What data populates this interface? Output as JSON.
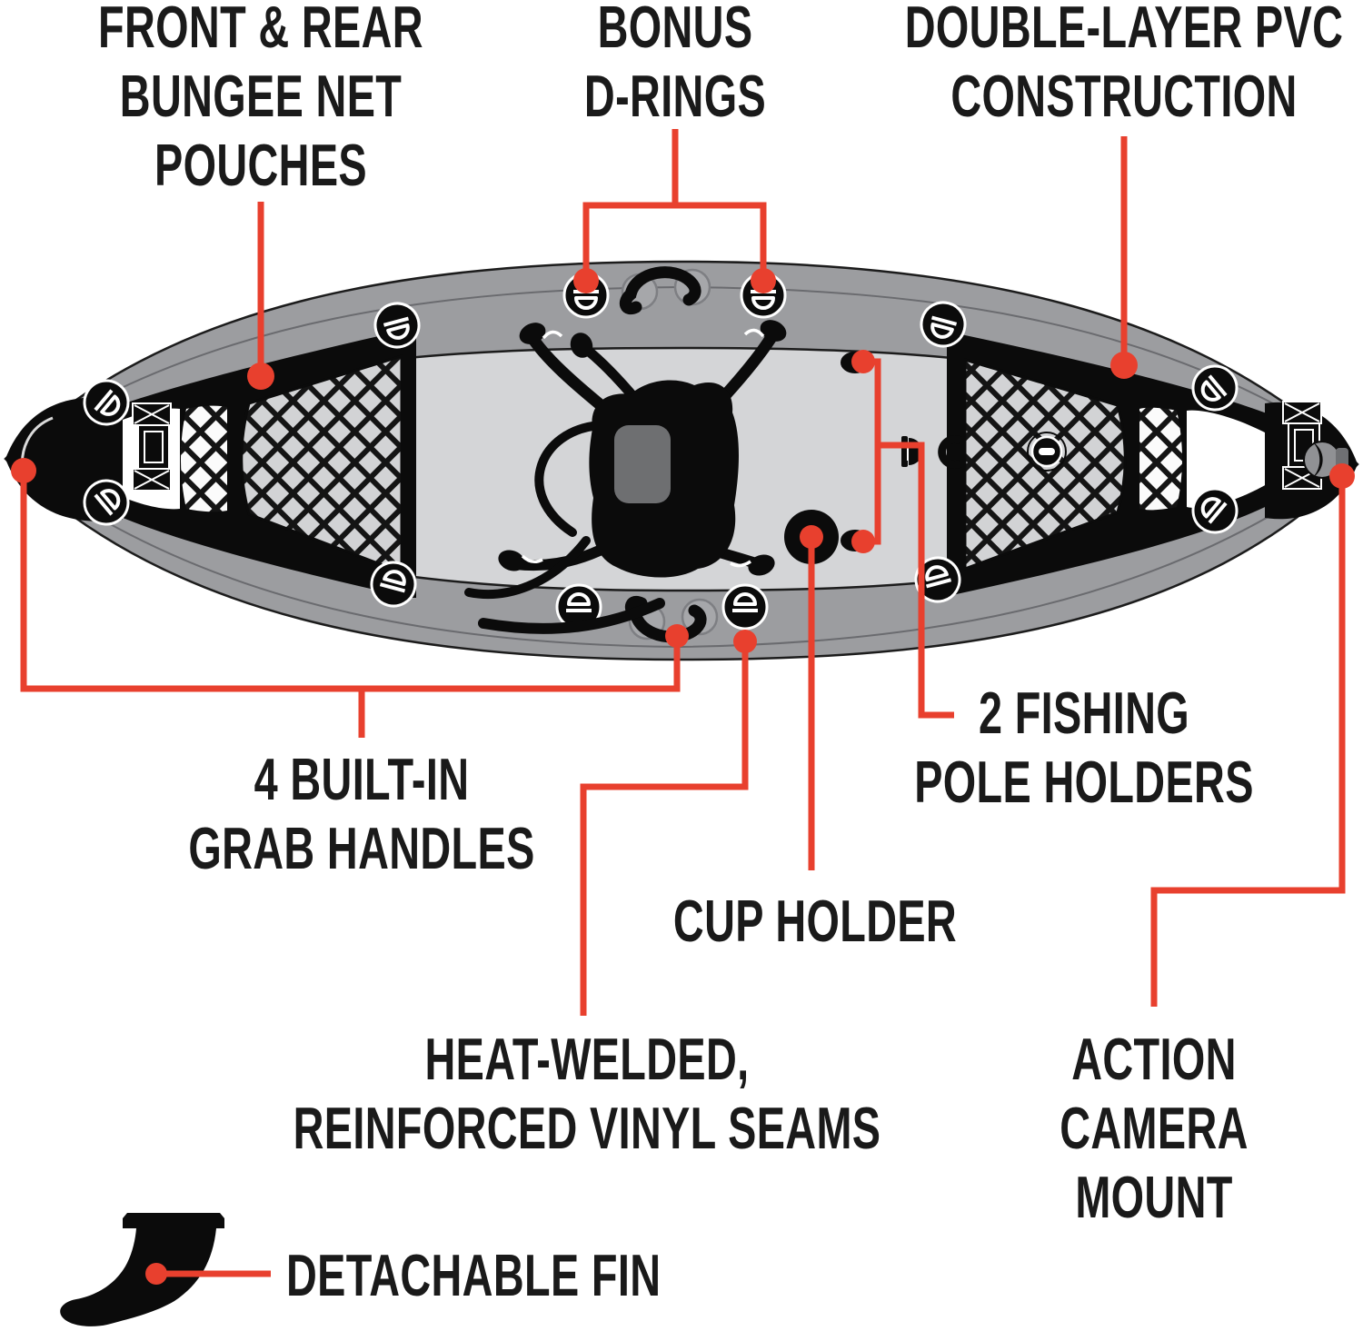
{
  "figure": {
    "type": "product-feature-diagram",
    "subject": "inflatable fishing kayak, top view, with detachable fin"
  },
  "colors": {
    "accent_red": "#E8402E",
    "hull_gray": "#9C9DA0",
    "deck_gray": "#D4D5D7",
    "mesh_bg_gray": "#D2D3D5",
    "seat_pad_gray": "#6E6F71",
    "line_black": "#0B0B0B",
    "text_black": "#1A1A1A",
    "white": "#FFFFFF"
  },
  "callouts": {
    "bungee": {
      "lines": [
        "FRONT & REAR",
        "BUNGEE NET",
        "POUCHES"
      ]
    },
    "drings": {
      "lines": [
        "BONUS",
        "D-RINGS"
      ]
    },
    "pvc": {
      "lines": [
        "DOUBLE-LAYER PVC",
        "CONSTRUCTION"
      ]
    },
    "handles": {
      "lines": [
        "4 BUILT-IN",
        "GRAB HANDLES"
      ]
    },
    "poles": {
      "lines": [
        "2 FISHING",
        "POLE HOLDERS"
      ]
    },
    "cup": {
      "lines": [
        "CUP HOLDER"
      ]
    },
    "seams": {
      "lines": [
        "HEAT-WELDED,",
        "REINFORCED VINYL SEAMS"
      ]
    },
    "camera": {
      "lines": [
        "ACTION",
        "CAMERA",
        "MOUNT"
      ]
    },
    "fin": {
      "lines": [
        "DETACHABLE FIN"
      ]
    }
  }
}
